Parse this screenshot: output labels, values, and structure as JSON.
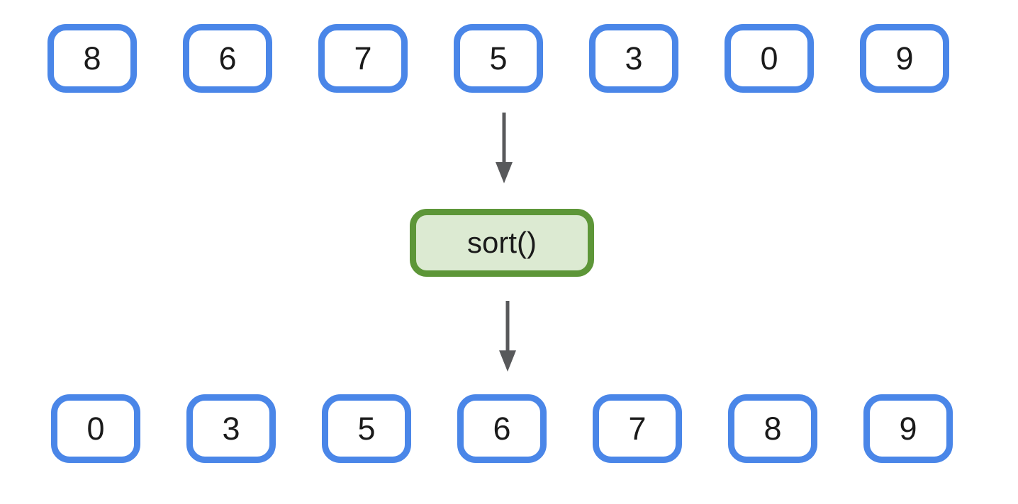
{
  "diagram": {
    "title_semantic": "array sort operation diagram",
    "unsorted": [
      "8",
      "6",
      "7",
      "5",
      "3",
      "0",
      "9"
    ],
    "operation_label": "sort()",
    "sorted": [
      "0",
      "3",
      "5",
      "6",
      "7",
      "8",
      "9"
    ],
    "icons": {
      "arrow_1": "arrow-down-icon",
      "arrow_2": "arrow-down-icon"
    },
    "colors": {
      "cell_border": "#4a86e8",
      "cell_fill": "#ffffff",
      "operation_border": "#5d9638",
      "operation_fill": "#dcead2",
      "arrow": "#58595b",
      "text": "#1a1a1a",
      "background": "#ffffff"
    }
  }
}
